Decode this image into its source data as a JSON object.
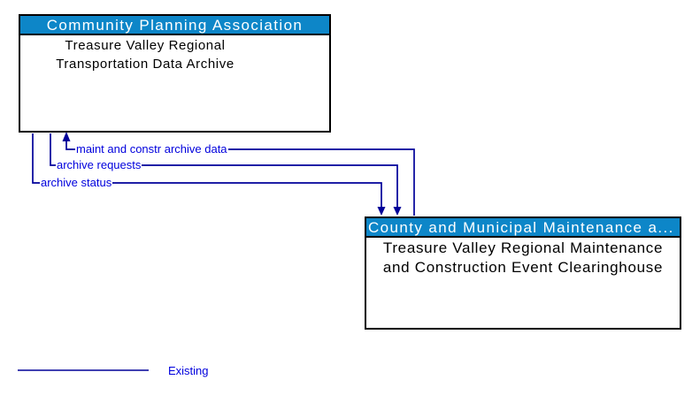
{
  "diagram": {
    "box1": {
      "header": "Community Planning Association",
      "body_lines": [
        "Treasure Valley Regional",
        "Transportation Data Archive"
      ]
    },
    "box2": {
      "header": "County and Municipal Maintenance a...",
      "body_lines": [
        "Treasure Valley Regional Maintenance",
        "and Construction Event Clearinghouse"
      ]
    },
    "connectors": [
      {
        "label": "maint and constr archive data",
        "from": "box2",
        "to": "box1",
        "status": "existing"
      },
      {
        "label": "archive requests",
        "from": "box1",
        "to": "box2",
        "status": "existing"
      },
      {
        "label": "archive status",
        "from": "box1",
        "to": "box2",
        "status": "existing"
      }
    ],
    "legend": {
      "label": "Existing"
    },
    "colors": {
      "header_bg": "#0d86c8",
      "header_text": "#ffffff",
      "box_border": "#000000",
      "body_text": "#000000",
      "line": "#000099",
      "flow_label_text": "#0000dd"
    }
  }
}
